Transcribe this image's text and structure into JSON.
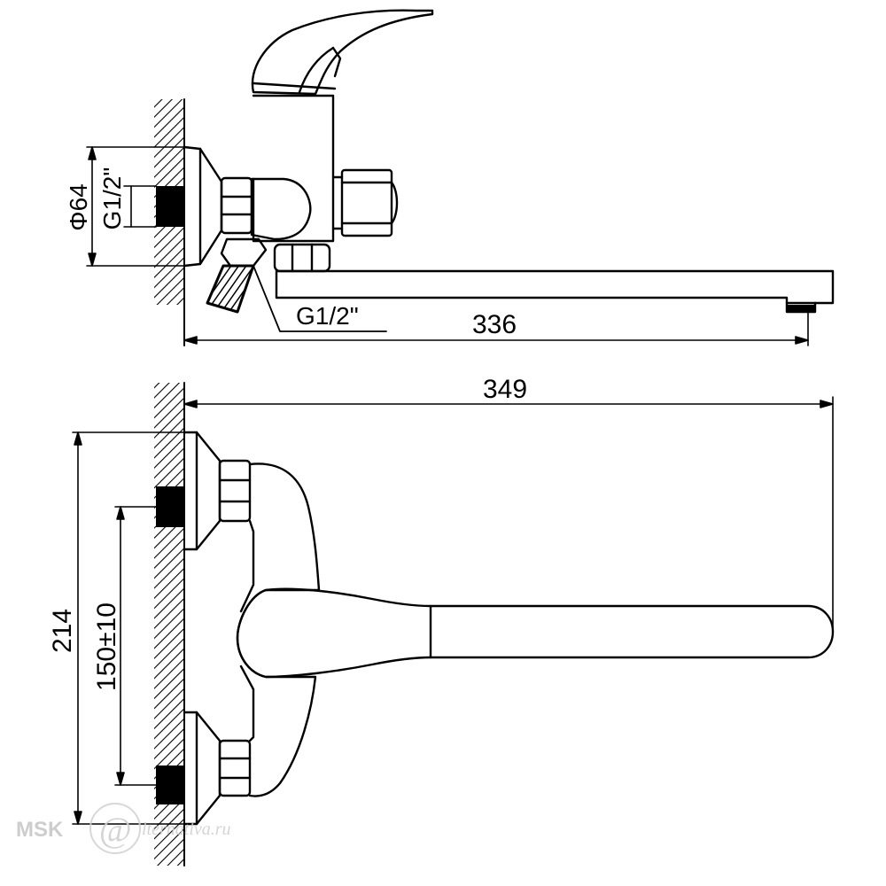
{
  "drawing": {
    "colors": {
      "line": "#000000",
      "paper": "#ffffff",
      "watermark": "#c8c8c8"
    },
    "side_view": {
      "dimensions": {
        "flange_diameter": "Φ64",
        "inlet_thread": "G1/2\"",
        "outlet_thread": "G1/2\"",
        "spout_reach": "336"
      }
    },
    "front_view": {
      "dimensions": {
        "overall_length": "349",
        "overall_height": "214",
        "inlet_spacing": "150±10"
      }
    },
    "watermark": {
      "brand": "MSK",
      "glyph": "@",
      "tail": "lternativa.ru"
    }
  }
}
